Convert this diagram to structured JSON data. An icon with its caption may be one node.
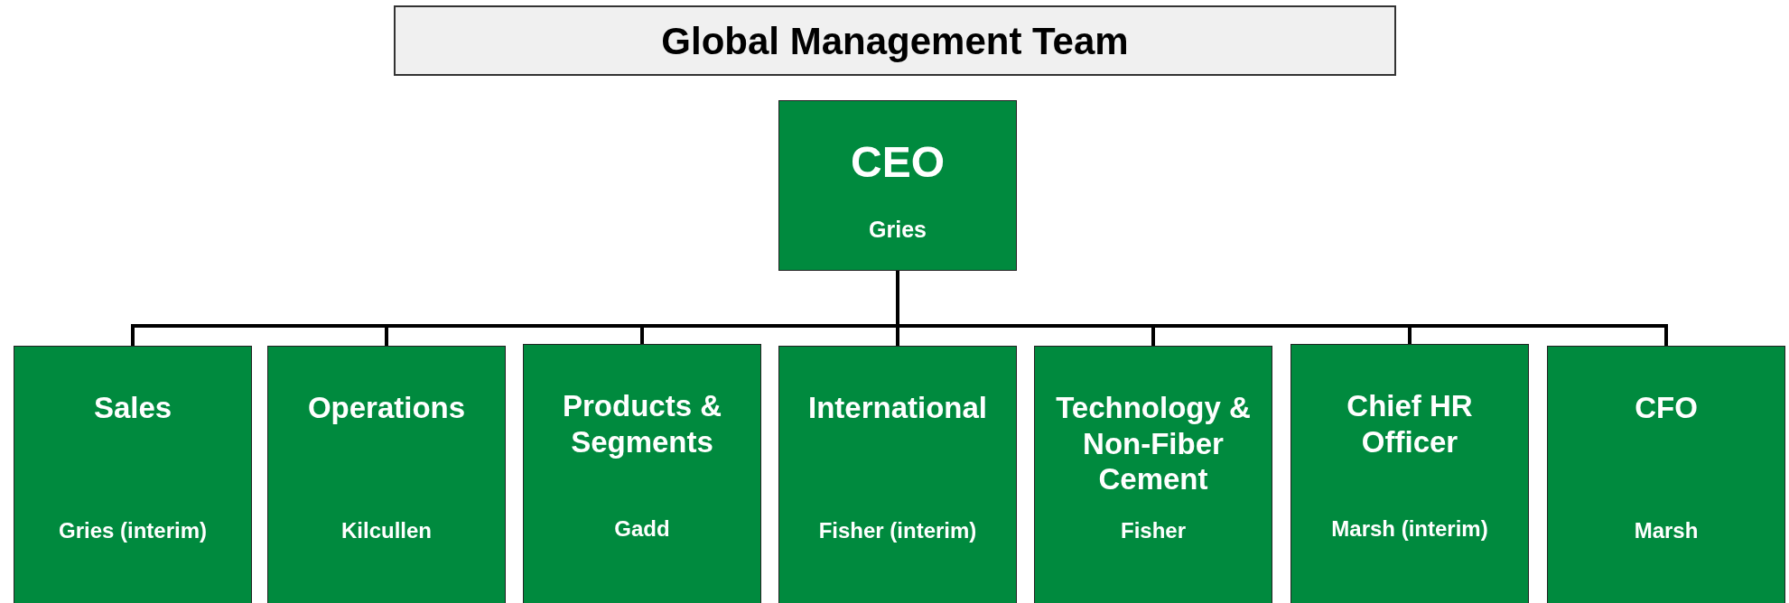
{
  "diagram": {
    "nodes": [
      {
        "text": [
          "Global Management Team"
        ]
      },
      {
        "text": [
          "CEO",
          "Gries"
        ]
      },
      {
        "text": [
          "Sales",
          "Gries (interim)"
        ]
      },
      {
        "text": [
          "Operations",
          "Kilcullen"
        ]
      },
      {
        "text": [
          "Products & Segments",
          "Gadd"
        ]
      },
      {
        "text": [
          "International",
          "Fisher (interim)"
        ]
      },
      {
        "text": [
          "Technology & Non-Fiber Cement",
          "Fisher"
        ]
      },
      {
        "text": [
          "Chief HR Officer",
          "Marsh (interim)"
        ]
      },
      {
        "text": [
          "CFO",
          "Marsh"
        ]
      }
    ],
    "edges": [
      {
        "from": 1,
        "to": 2,
        "arrow": "none"
      },
      {
        "from": 1,
        "to": 3,
        "arrow": "none"
      },
      {
        "from": 1,
        "to": 4,
        "arrow": "none"
      },
      {
        "from": 1,
        "to": 5,
        "arrow": "none"
      },
      {
        "from": 1,
        "to": 6,
        "arrow": "none"
      },
      {
        "from": 1,
        "to": 7,
        "arrow": "none"
      },
      {
        "from": 1,
        "to": 8,
        "arrow": "none"
      }
    ]
  }
}
